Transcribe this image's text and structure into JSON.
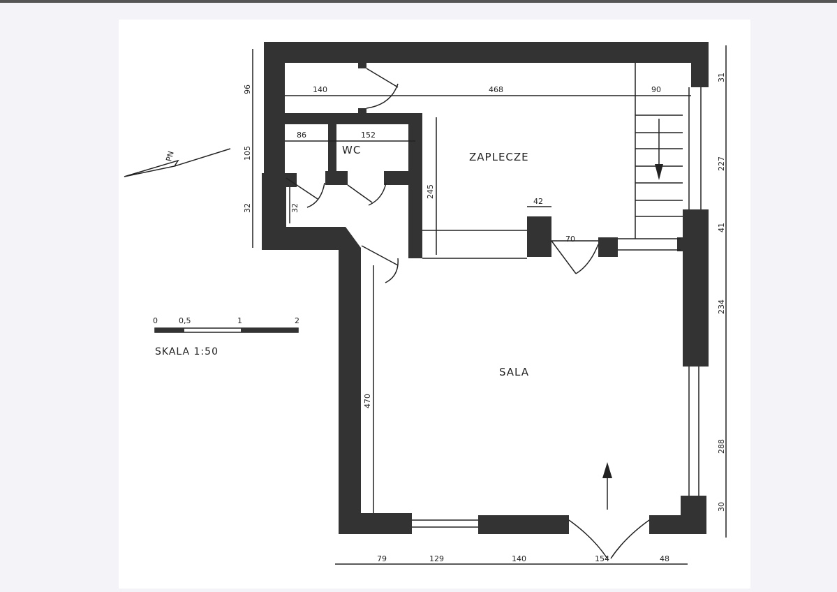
{
  "rooms": {
    "back_room": "ZAPLECZE",
    "wc": "WC",
    "hall": "SALA"
  },
  "north_label": "PN",
  "scale": {
    "label": "SKALA 1:50",
    "ticks": [
      "0",
      "0,5",
      "1",
      "2"
    ]
  },
  "dimensions": {
    "top": [
      "140",
      "468",
      "90"
    ],
    "inner": [
      "86",
      "152",
      "245",
      "42",
      "70",
      "32",
      "470"
    ],
    "left": [
      "96",
      "105",
      "32"
    ],
    "right": [
      "31",
      "227",
      "41",
      "234",
      "288",
      "30"
    ],
    "bottom": [
      "79",
      "129",
      "140",
      "154",
      "48"
    ]
  },
  "colors": {
    "paper": "#ffffff",
    "background": "#f4f3f7",
    "walls": "#333333"
  }
}
